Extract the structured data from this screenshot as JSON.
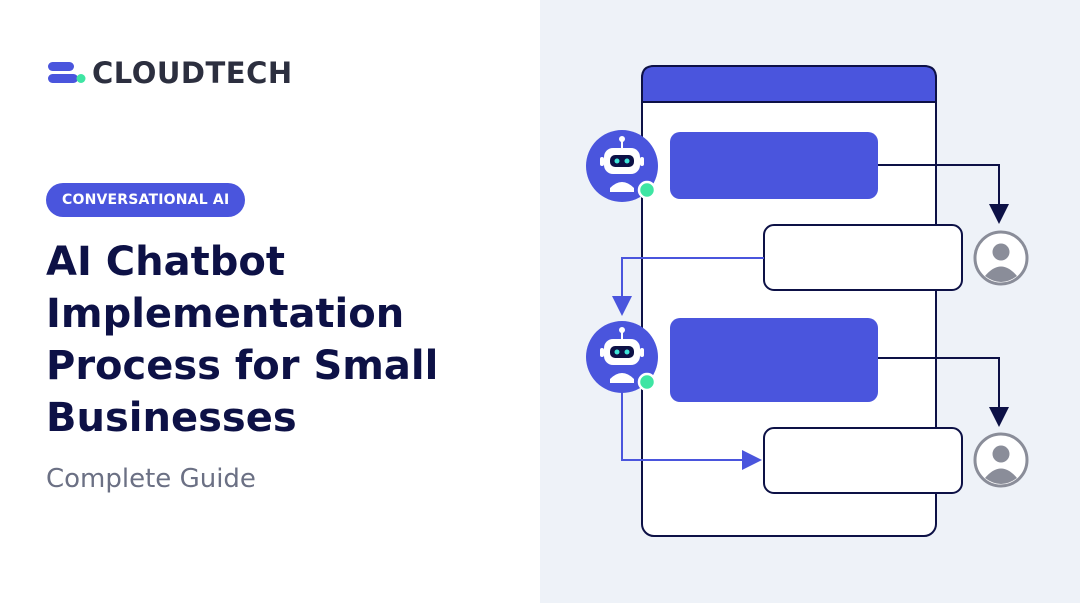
{
  "brand": {
    "name": "CLOUDTECH",
    "accent": "#4a55dd",
    "dot_color": "#3ee5a3",
    "text_color": "#2c2f3f"
  },
  "badge": {
    "label": "CONVERSATIONAL AI"
  },
  "headline": {
    "lines": [
      "AI Chatbot",
      "Implementation",
      "Process for Small",
      "Businesses"
    ]
  },
  "subtitle": "Complete Guide",
  "illustration": {
    "icons": [
      "bot-avatar-icon",
      "user-avatar-icon",
      "online-status-dot-icon",
      "flow-arrow-icon"
    ],
    "colors": {
      "bot_bubble": "#4a55dd",
      "user_bubble": "#ffffff",
      "outline": "#0d1146",
      "arrow_dark": "#0d1146",
      "arrow_accent": "#4a55dd",
      "status": "#3ee5a3",
      "user_icon": "#8a8d99"
    }
  }
}
